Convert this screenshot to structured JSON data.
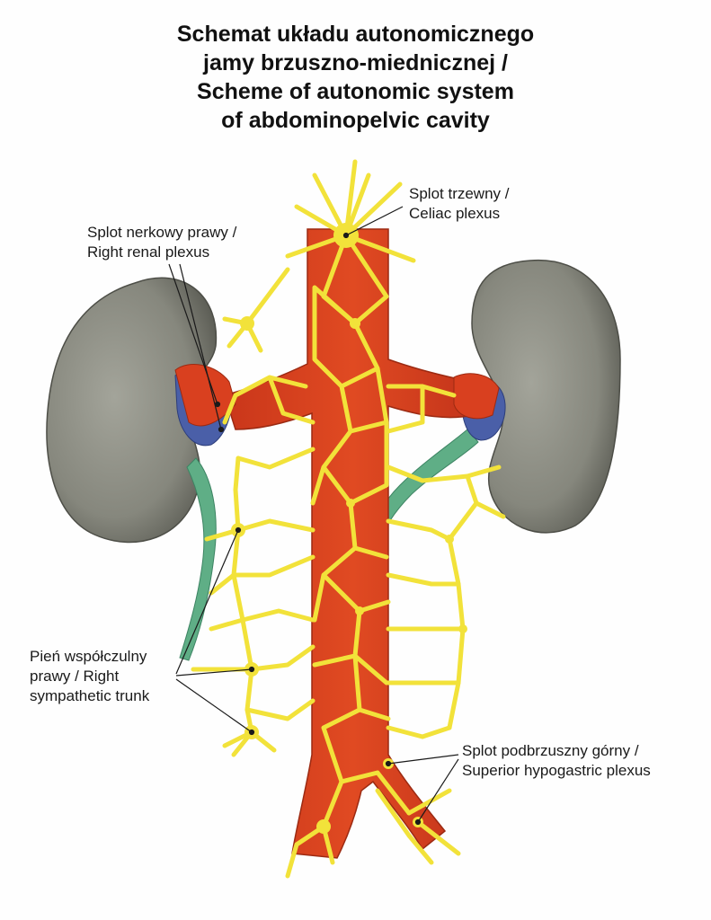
{
  "title": {
    "line1": "Schemat układu autonomicznego",
    "line2": "jamy brzuszno-miednicznej /",
    "line3": "Scheme of autonomic system",
    "line4": "of abdominopelvic cavity"
  },
  "labels": {
    "celiac": {
      "line1": "Splot trzewny /",
      "line2": "Celiac plexus"
    },
    "renal": {
      "line1": "Splot nerkowy prawy /",
      "line2": "Right renal plexus"
    },
    "sympathetic": {
      "line1": "Pień współczulny",
      "line2": "prawy / Right",
      "line3": "sympathetic trunk"
    },
    "hypogastric": {
      "line1": "Splot podbrzuszny górny /",
      "line2": "Superior hypogastric plexus"
    }
  },
  "colors": {
    "kidney": "#8a8b80",
    "artery": "#d9401f",
    "vein": "#4a5fa8",
    "ureter": "#5fae86",
    "nerve": "#f2e23a"
  }
}
